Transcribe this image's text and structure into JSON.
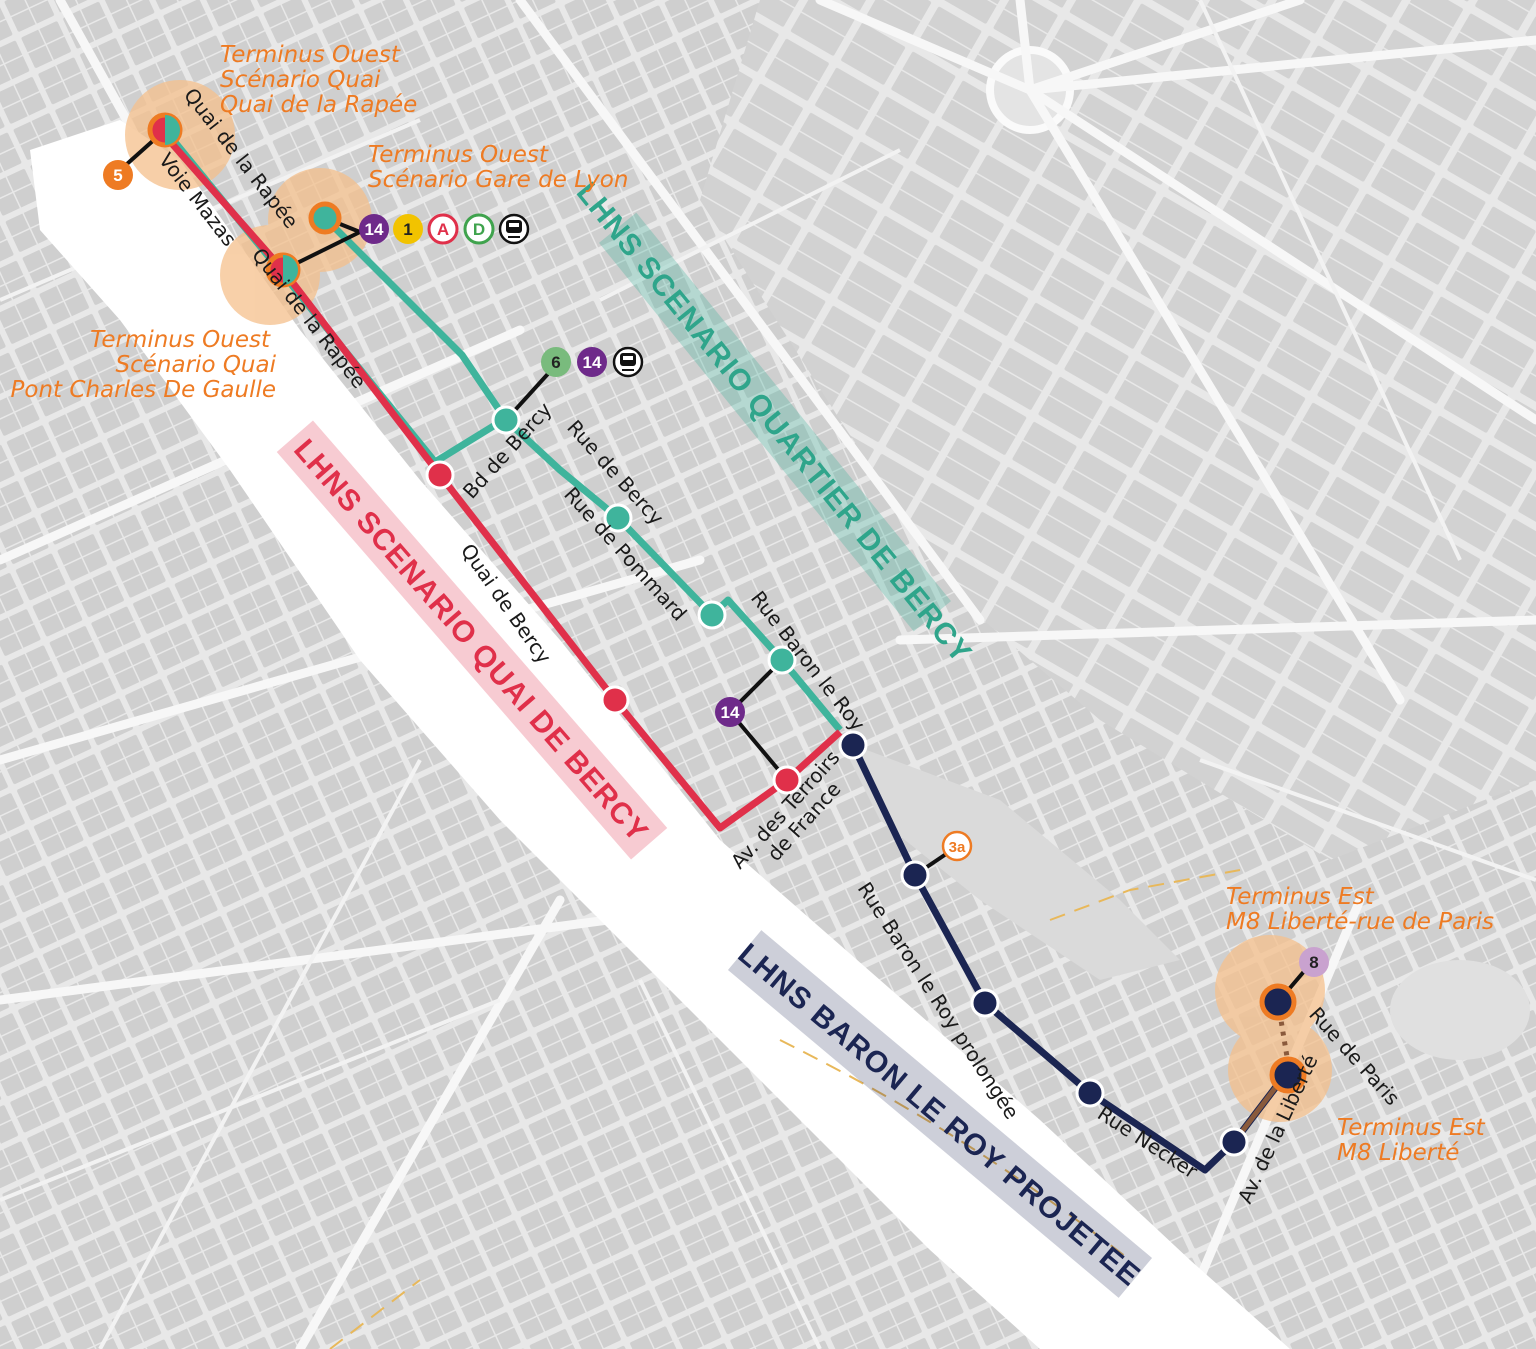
{
  "banners": {
    "quartier": {
      "text": "LHNS SCENARIO QUARTIER DE BERCY",
      "color": "#2fa58b"
    },
    "quai": {
      "text": "LHNS SCENARIO QUAI DE BERCY",
      "color": "#e0304a"
    },
    "baron": {
      "text": "LHNS BARON LE ROY PROJETEE",
      "color": "#1b2552"
    }
  },
  "termini": {
    "ouest_rapee": [
      "Terminus Ouest",
      "Scénario Quai",
      "Quai de la Rapée"
    ],
    "ouest_gare": [
      "Terminus Ouest",
      "Scénario Gare de Lyon"
    ],
    "ouest_pont": [
      "Terminus Ouest",
      "Scénario Quai",
      "Pont Charles De Gaulle"
    ],
    "est_paris": [
      "Terminus Est",
      "M8 Liberté-rue de Paris"
    ],
    "est_liberte": [
      "Terminus Est",
      "M8 Liberté"
    ]
  },
  "streets": {
    "quai_rapee_1": "Quai de la Rapée",
    "voie_mazas": "Voie Mazas",
    "quai_rapee_2": "Quai de la Rapée",
    "bd_bercy": "Bd de Bercy",
    "rue_bercy": "Rue de Bercy",
    "rue_pommard": "Rue de Pommard",
    "quai_bercy": "Quai de Bercy",
    "rue_baron": "Rue Baron le Roy",
    "av_terroirs": [
      "Av. des Terroirs",
      "de France"
    ],
    "rue_baron_prolongee": "Rue Baron le Roy prolongée",
    "rue_necker": "Rue Necker",
    "av_liberte": "Av. de la Liberté",
    "rue_paris": "Rue de Paris"
  },
  "badges": {
    "m5": "5",
    "m14_a": "14",
    "m1": "1",
    "rer_a": "A",
    "rer_d": "D",
    "m6": "6",
    "m14_b": "14",
    "m14_c": "14",
    "t3a": "3a",
    "m8": "8"
  },
  "colors": {
    "teal": "#3fb49c",
    "red": "#e0304a",
    "navy": "#1b2552",
    "orange": "#ee7b23",
    "halo": "#f5c08c",
    "m14": "#6e2a8a",
    "m1": "#f2c300",
    "m6": "#79bb7d",
    "m5": "#ee7b23",
    "m8": "#c9a2cf",
    "rer_a": "#e0304a",
    "rer_d": "#3fa34d",
    "map_bg": "#e6e6e6",
    "block": "#cfcfcf",
    "river": "#ffffff"
  },
  "icons": {
    "train_1": "train-icon",
    "train_2": "train-icon"
  }
}
